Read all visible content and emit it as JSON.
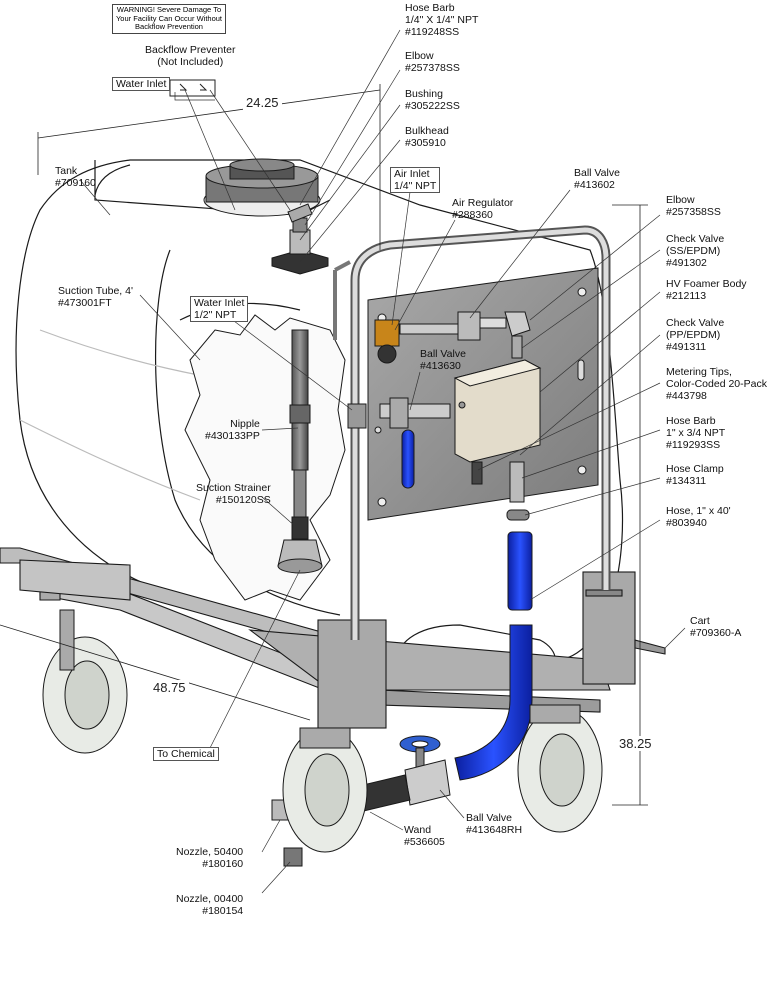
{
  "warning": [
    "WARNING! Severe Damage",
    "To Your Facility Can Occur",
    "Without Backflow Prevention"
  ],
  "dimensions": {
    "width": "24.25",
    "length": "48.75",
    "height": "38.25"
  },
  "labels": {
    "backflow": [
      "Backflow Preventer",
      "(Not Included)"
    ],
    "water_inlet_top": "Water Inlet",
    "hose_barb_top": [
      "Hose Barb",
      "1/4\" X 1/4\" NPT",
      "#119248SS"
    ],
    "elbow_top": [
      "Elbow",
      "#257378SS"
    ],
    "bushing": [
      "Bushing",
      "#305222SS"
    ],
    "bulkhead": [
      "Bulkhead",
      "#305910"
    ],
    "air_inlet": [
      "Air Inlet",
      "1/4\" NPT"
    ],
    "air_regulator": [
      "Air Regulator",
      "#288360"
    ],
    "tank": [
      "Tank",
      "#709160"
    ],
    "suction_tube": [
      "Suction Tube, 4'",
      "#473001FT"
    ],
    "water_inlet_half": [
      "Water Inlet",
      "1/2\" NPT"
    ],
    "ball_valve_mid": [
      "Ball Valve",
      "#413630"
    ],
    "ball_valve_top": [
      "Ball Valve",
      "#413602"
    ],
    "elbow_right": [
      "Elbow",
      "#257358SS"
    ],
    "check_valve_ss": [
      "Check Valve",
      "(SS/EPDM)",
      "#491302"
    ],
    "hv_foamer": [
      "HV Foamer Body",
      "#212113"
    ],
    "check_valve_pp": [
      "Check Valve",
      "(PP/EPDM)",
      "#491311"
    ],
    "metering_tips": [
      "Metering Tips,",
      "Color-Coded 20-Pack",
      "#443798"
    ],
    "hose_barb_right": [
      "Hose Barb",
      "1\" x 3/4 NPT",
      "#119293SS"
    ],
    "hose_clamp": [
      "Hose Clamp",
      "#134311"
    ],
    "hose": [
      "Hose, 1\" x 40'",
      "#803940"
    ],
    "nipple": [
      "Nipple",
      "#430133PP"
    ],
    "suction_strainer": [
      "Suction Strainer",
      "#150120SS"
    ],
    "cart": [
      "Cart",
      "#709360-A"
    ],
    "to_chemical": "To Chemical",
    "ball_valve_bottom": [
      "Ball Valve",
      "#413648RH"
    ],
    "wand": [
      "Wand",
      "#536605"
    ],
    "nozzle_50400": [
      "Nozzle, 50400",
      "#180160"
    ],
    "nozzle_00400": [
      "Nozzle, 00400",
      "#180154"
    ]
  },
  "colors": {
    "line": "#1a1a1a",
    "panel": "#8c8c8c",
    "hose_blue": "#1f3fd8",
    "brass": "#c8851a",
    "tank_fill": "#ffffff",
    "wheel": "#e8ebe6"
  }
}
